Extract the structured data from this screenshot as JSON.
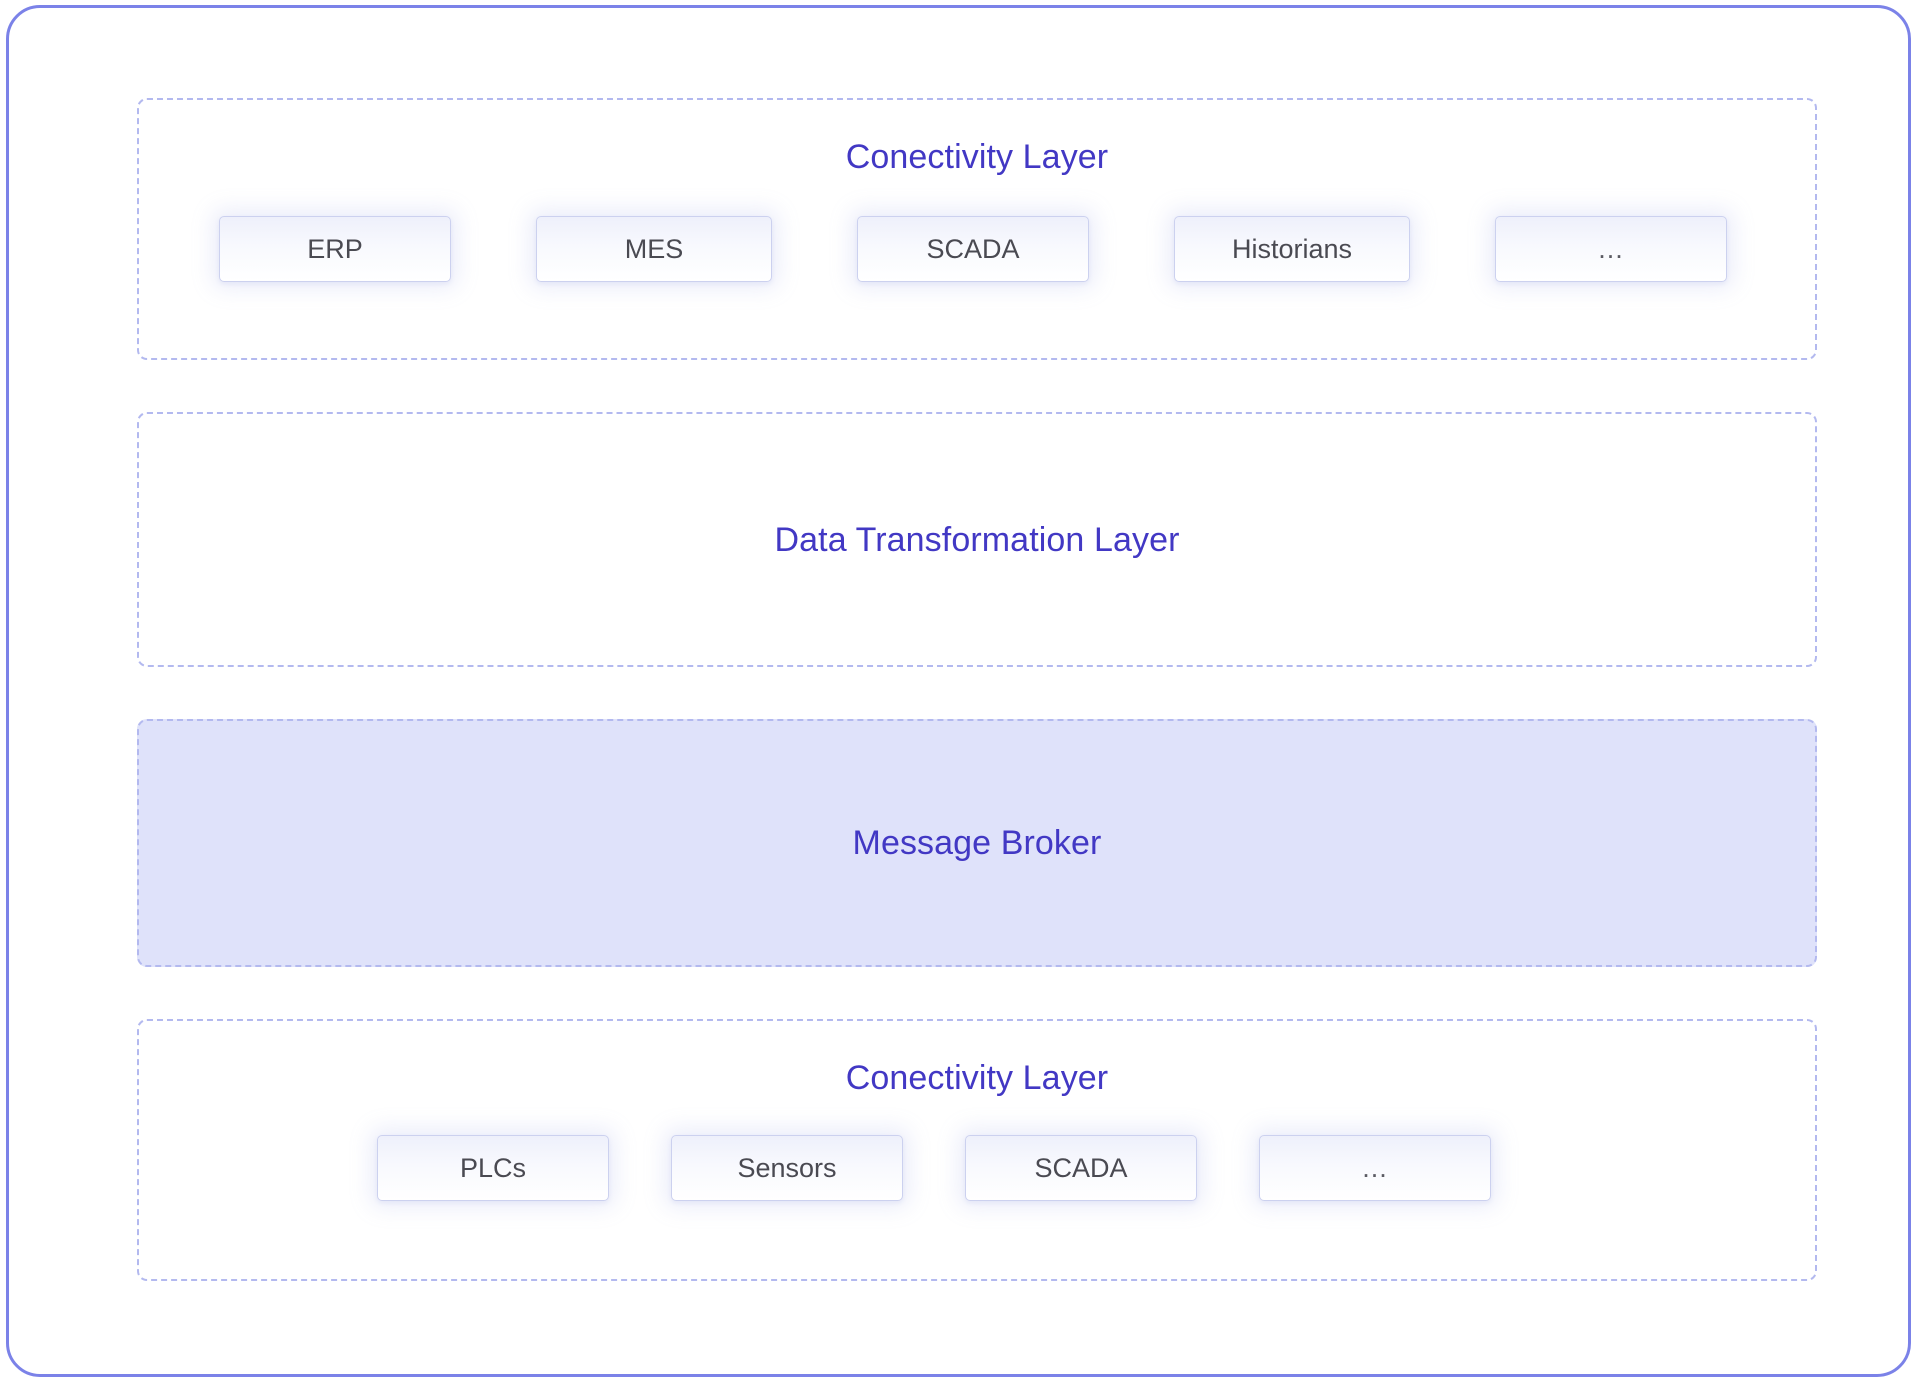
{
  "diagram": {
    "frame_color": "#7b82e8",
    "layer_border_color": "#b3b9ef",
    "title_color": "#4238c4",
    "node_label_color": "#4a4a52",
    "broker_fill_color": "#dfe2fa",
    "layers": [
      {
        "id": "connectivity-top",
        "title": "Conectivity Layer",
        "nodes": [
          {
            "label": "ERP"
          },
          {
            "label": "MES"
          },
          {
            "label": "SCADA"
          },
          {
            "label": "Historians"
          },
          {
            "label": "..."
          }
        ]
      },
      {
        "id": "data-transformation",
        "title": "Data Transformation Layer",
        "nodes": []
      },
      {
        "id": "message-broker",
        "title": "Message Broker",
        "nodes": []
      },
      {
        "id": "connectivity-bottom",
        "title": "Conectivity Layer",
        "nodes": [
          {
            "label": "PLCs"
          },
          {
            "label": "Sensors"
          },
          {
            "label": "SCADA"
          },
          {
            "label": "..."
          }
        ]
      }
    ]
  }
}
